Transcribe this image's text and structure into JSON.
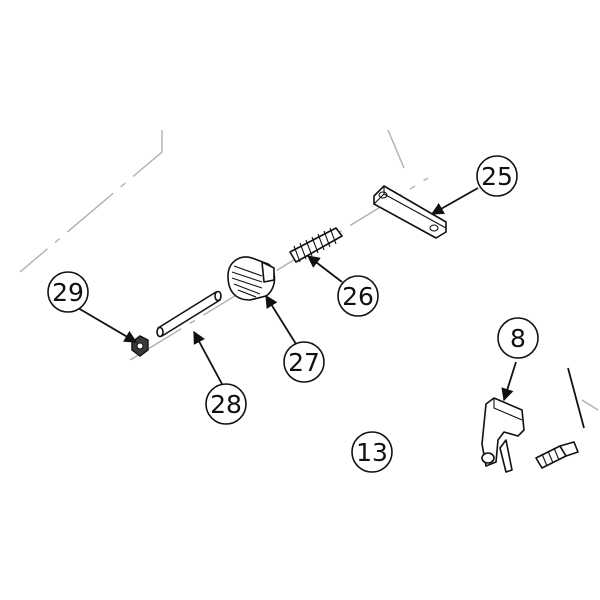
{
  "diagram": {
    "callouts": [
      {
        "id": "c25",
        "label": "25"
      },
      {
        "id": "c26",
        "label": "26"
      },
      {
        "id": "c27",
        "label": "27"
      },
      {
        "id": "c28",
        "label": "28"
      },
      {
        "id": "c29",
        "label": "29"
      },
      {
        "id": "c8",
        "label": "8"
      },
      {
        "id": "c13",
        "label": "13"
      }
    ]
  }
}
